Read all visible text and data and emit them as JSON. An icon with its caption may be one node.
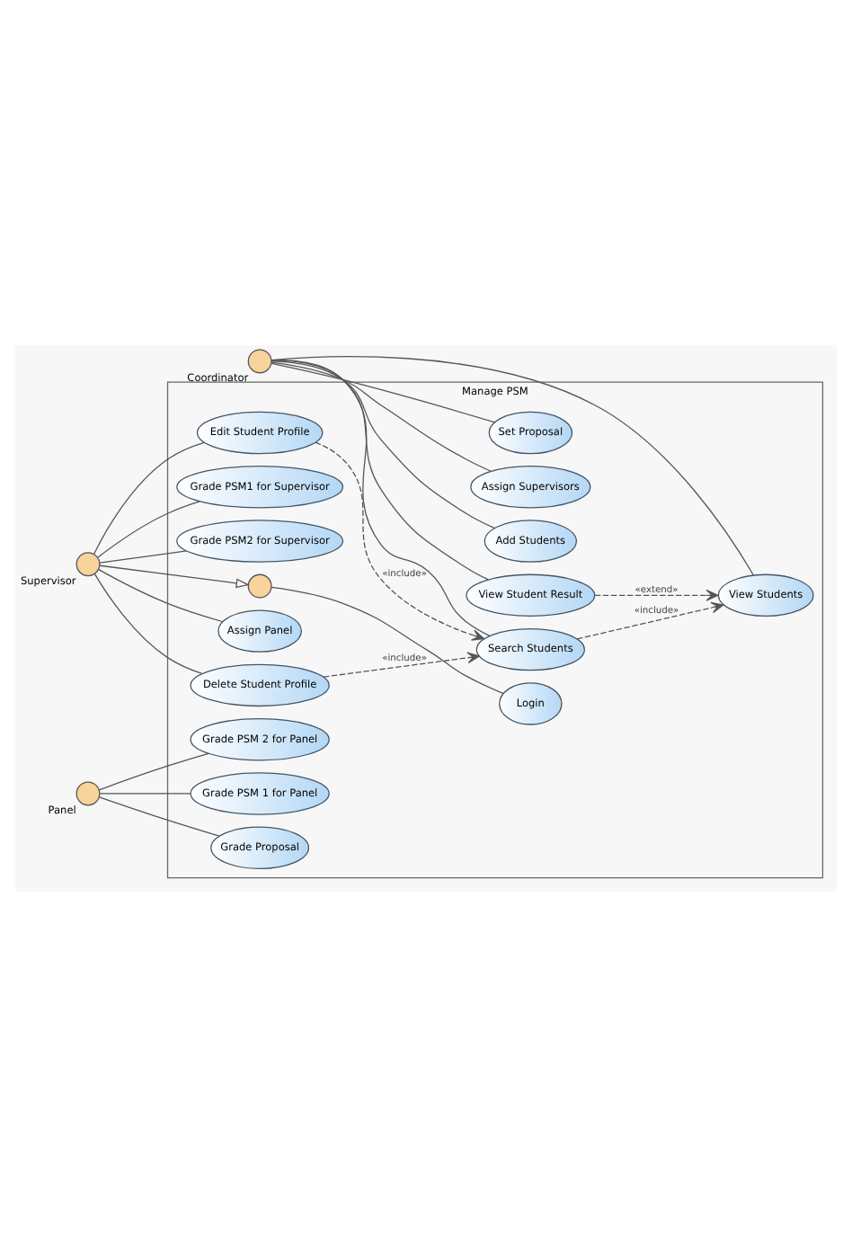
{
  "diagram": {
    "nodes": [
      {
        "text": [
          "Manage PSM"
        ]
      },
      {
        "text": [],
        "shape": "person",
        "in": 0
      },
      {
        "text": [
          "Login"
        ],
        "in": 0
      },
      {
        "text": [
          "Assign Panel"
        ],
        "in": 0
      },
      {
        "text": [
          "Set Proposal"
        ],
        "in": 0
      },
      {
        "text": [
          "Assign Supervisors"
        ],
        "in": 0
      },
      {
        "text": [
          "Supervisor"
        ]
      },
      {
        "text": [
          "Coordinator"
        ]
      },
      {
        "text": [
          "Add Students"
        ],
        "in": 0
      },
      {
        "text": [
          "View Students"
        ],
        "in": 0
      },
      {
        "text": [
          "View Student Result"
        ],
        "in": 0
      },
      {
        "text": [
          "Edit Student Profile"
        ],
        "in": 0
      },
      {
        "text": [
          "Search Students"
        ],
        "in": 0
      },
      {
        "text": [
          "Delete Student Profile"
        ],
        "in": 0
      },
      {
        "text": [
          "Grade PSM1 for Supervisor"
        ],
        "in": 0
      },
      {
        "text": [
          "Grade PSM2 for Supervisor"
        ],
        "in": 0
      },
      {
        "text": [
          "Grade PSM 2 for Panel"
        ],
        "in": 0
      },
      {
        "text": [
          "Panel"
        ]
      },
      {
        "text": [
          "Grade PSM 1 for Panel"
        ],
        "in": 0
      },
      {
        "text": [
          "Grade Proposal"
        ],
        "in": 0
      }
    ],
    "edges": [
      {
        "from": 1,
        "to": 2,
        "arrow": "none"
      },
      {
        "from": 6,
        "to": 1,
        "arrow": "to"
      },
      {
        "from": 6,
        "to": 3,
        "arrow": "none"
      },
      {
        "from": 7,
        "to": 4,
        "arrow": "none"
      },
      {
        "from": 7,
        "to": 5,
        "arrow": "none"
      },
      {
        "from": 7,
        "to": 8,
        "arrow": "none"
      },
      {
        "from": 7,
        "to": 9,
        "arrow": "none"
      },
      {
        "from": 7,
        "to": 10,
        "arrow": "none"
      },
      {
        "from": 7,
        "to": 12,
        "arrow": "none"
      },
      {
        "from": 10,
        "to": 9,
        "arrow": "to",
        "label": "«extend»",
        "style": "dashed"
      },
      {
        "from": 12,
        "to": 9,
        "arrow": "to",
        "label": "«include»",
        "style": "dashed"
      },
      {
        "from": 6,
        "to": 11,
        "arrow": "none"
      },
      {
        "from": 11,
        "to": 12,
        "arrow": "to",
        "label": "«include»",
        "style": "dashed"
      },
      {
        "from": 6,
        "to": 13,
        "arrow": "none"
      },
      {
        "from": 13,
        "to": 12,
        "arrow": "to",
        "label": "«include»",
        "style": "dashed"
      },
      {
        "from": 6,
        "to": 14,
        "arrow": "none"
      },
      {
        "from": 6,
        "to": 15,
        "arrow": "none"
      },
      {
        "from": 17,
        "to": 16,
        "arrow": "none"
      },
      {
        "from": 17,
        "to": 18,
        "arrow": "none"
      },
      {
        "from": 17,
        "to": 19,
        "arrow": "none"
      }
    ]
  }
}
